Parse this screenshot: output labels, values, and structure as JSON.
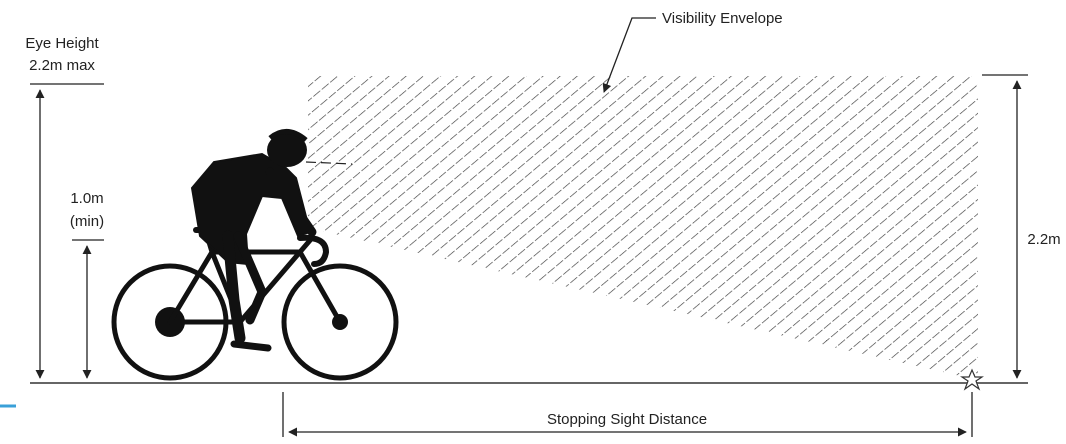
{
  "labels": {
    "eye_height_line1": "Eye Height",
    "eye_height_line2": "2.2m max",
    "min_height_line1": "1.0m",
    "min_height_line2": "(min)",
    "right_height": "2.2m",
    "envelope": "Visibility Envelope",
    "stopping_distance": "Stopping Sight Distance"
  },
  "colors": {
    "ink": "#222222",
    "hatch": "#3a3a3a",
    "ground": "#666666",
    "accent": "#3aa0d8"
  },
  "icons": {
    "cyclist": "cyclist-silhouette-icon",
    "target": "star-target-icon"
  }
}
